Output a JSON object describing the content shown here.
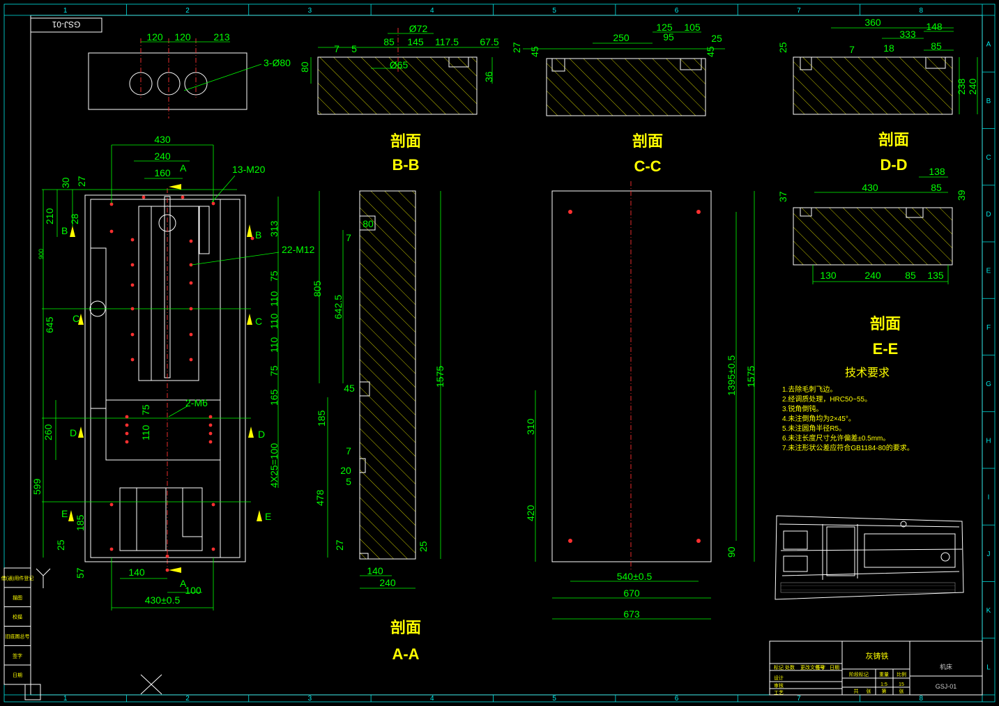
{
  "drawing_number": "GSJ-01",
  "material": "灰铸铁",
  "part_name": "机床",
  "title_block": {
    "scale": "1:5",
    "sheet_count": "15",
    "labels": [
      "标记",
      "处数",
      "更改文件号",
      "签字",
      "日期",
      "设计",
      "审核",
      "工艺",
      "阶段标记",
      "重量",
      "比例",
      "共",
      "张",
      "第",
      "张"
    ]
  },
  "left_strip": [
    "借(通)用件登记",
    "描图",
    "校描",
    "旧底图总号",
    "签字",
    "日期"
  ],
  "sections": {
    "aa": {
      "line1": "剖面",
      "line2": "A-A"
    },
    "bb": {
      "line1": "剖面",
      "line2": "B-B"
    },
    "cc": {
      "line1": "剖面",
      "line2": "C-C"
    },
    "dd": {
      "line1": "剖面",
      "line2": "D-D"
    },
    "ee": {
      "line1": "剖面",
      "line2": "E-E"
    }
  },
  "tech": {
    "title": "技术要求",
    "items": [
      "1.去除毛刺飞边。",
      "2.经调质处理，HRC50~55。",
      "3.锐角倒钝。",
      "4.未注倒角均为2×45°。",
      "5.未注圆角半径R5。",
      "6.未注长度尺寸允许偏差±0.5mm。",
      "7.未注形状公差应符合GB1184-80的要求。"
    ]
  },
  "grid": {
    "cols": [
      "1",
      "2",
      "3",
      "4",
      "5",
      "6",
      "7",
      "8"
    ],
    "rows": [
      "A",
      "B",
      "C",
      "D",
      "E",
      "F",
      "G",
      "H",
      "I",
      "J",
      "K",
      "L"
    ]
  },
  "dims": {
    "top": {
      "d120a": "120",
      "d120b": "120",
      "d213": "213",
      "holes": "3-Ø80"
    },
    "plan": {
      "d430": "430",
      "d240": "240",
      "d160": "160",
      "lA": "A",
      "lA2": "A",
      "m20": "13-M20",
      "m12": "22-M12",
      "m6": "2-M6",
      "d30": "30",
      "d27": "27",
      "d210": "210",
      "d28": "28",
      "d900": "900",
      "d645": "645",
      "d260": "260",
      "d599": "599",
      "d185": "185",
      "d25": "25",
      "d57": "57",
      "d313": "313",
      "d75a": "75",
      "d110a": "110",
      "d110b": "110",
      "d110c": "110",
      "d75b": "75",
      "d165": "165",
      "d4x25": "4X25=100",
      "d75c": "75",
      "d110d": "110",
      "d140": "140",
      "d100": "100",
      "d430b": "430±0.5",
      "lB": "B",
      "lB2": "B",
      "lC": "C",
      "lC2": "C",
      "lD": "D",
      "lD2": "D",
      "lE": "E",
      "lE2": "E"
    },
    "bb": {
      "d72": "Ø72",
      "d85": "85",
      "d145": "145",
      "d1175": "117.5",
      "d675": "67.5",
      "d7": "7",
      "d5": "5",
      "d65": "Ø65",
      "d80": "80",
      "d36": "36"
    },
    "cc": {
      "d250": "250",
      "d125": "125",
      "d105": "105",
      "d95": "95",
      "d25": "25",
      "d27": "27",
      "d45": "45",
      "d45b": "45"
    },
    "dd": {
      "d360": "360",
      "d333": "333",
      "d148": "148",
      "d18": "18",
      "d85": "85",
      "d25": "25",
      "d7": "7",
      "d238": "238",
      "d240": "240"
    },
    "ee": {
      "d138": "138",
      "d430": "430",
      "d85": "85",
      "d37": "37",
      "d39": "39",
      "d130": "130",
      "d240": "240",
      "d85b": "85",
      "d135": "135"
    },
    "aa": {
      "d80": "80",
      "d7a": "7",
      "d805": "805",
      "d6425": "642.5",
      "d45": "45",
      "d1575": "1575",
      "d185": "185",
      "d7b": "7",
      "d20": "20",
      "d5": "5",
      "d478": "478",
      "d27": "27",
      "d25": "25",
      "d140": "140",
      "d240": "240"
    },
    "side": {
      "d310": "310",
      "d420": "420",
      "d13955": "1395±0.5",
      "d1575": "1575",
      "d90": "90",
      "d5405": "540±0.5",
      "d670": "670",
      "d673": "673"
    }
  }
}
